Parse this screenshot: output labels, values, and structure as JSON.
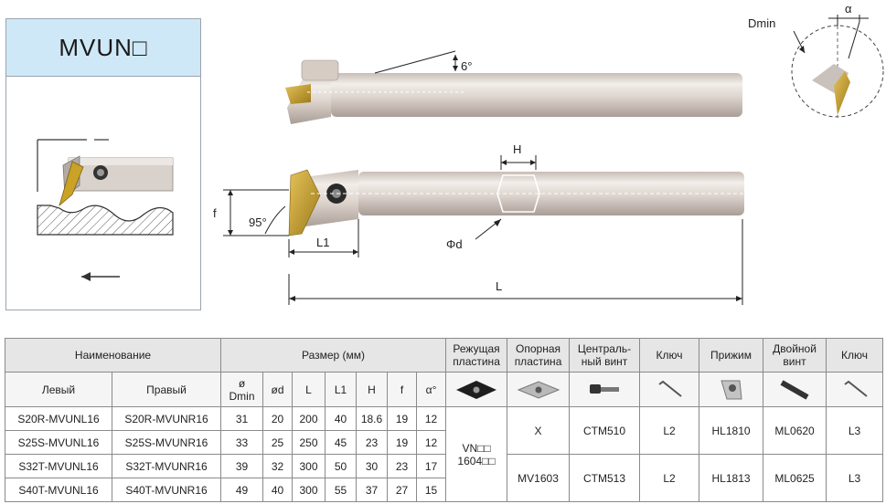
{
  "title_card": {
    "title": "MVUN□"
  },
  "drawing_labels": {
    "angle_top": "6°",
    "dmin": "Dmin",
    "alpha": "α",
    "f": "f",
    "angle_95": "95°",
    "h": "H",
    "l1": "L1",
    "phi_d": "Φd",
    "l": "L"
  },
  "table": {
    "group_headers": {
      "name": "Наименование",
      "size": "Размер (мм)",
      "insert": "Режущая пластина",
      "shim": "Опорная пластина",
      "center_screw": "Централь-ный винт",
      "key1": "Ключ",
      "clamp": "Прижим",
      "double_screw": "Двойной винт",
      "key2": "Ключ"
    },
    "sub_headers": {
      "left": "Левый",
      "right": "Правый",
      "dmin_phi": "ø",
      "dmin": "Dmin",
      "d": "ød",
      "L": "L",
      "L1": "L1",
      "H": "H",
      "f": "f",
      "alpha": "α°"
    },
    "rows": [
      {
        "left": "S20R-MVUNL16",
        "right": "S20R-MVUNR16",
        "dmin": "31",
        "d": "20",
        "L": "200",
        "L1": "40",
        "H": "18.6",
        "f": "19",
        "alpha": "12"
      },
      {
        "left": "S25S-MVUNL16",
        "right": "S25S-MVUNR16",
        "dmin": "33",
        "d": "25",
        "L": "250",
        "L1": "45",
        "H": "23",
        "f": "19",
        "alpha": "12"
      },
      {
        "left": "S32T-MVUNL16",
        "right": "S32T-MVUNR16",
        "dmin": "39",
        "d": "32",
        "L": "300",
        "L1": "50",
        "H": "30",
        "f": "23",
        "alpha": "17"
      },
      {
        "left": "S40T-MVUNL16",
        "right": "S40T-MVUNR16",
        "dmin": "49",
        "d": "40",
        "L": "300",
        "L1": "55",
        "H": "37",
        "f": "27",
        "alpha": "15"
      }
    ],
    "insert_line1": "VN□□",
    "insert_line2": "1604□□",
    "group_a": {
      "shim": "X",
      "center_screw": "CTM510",
      "key1": "L2",
      "clamp": "HL1810",
      "double_screw": "ML0620",
      "key2": "L3"
    },
    "group_b": {
      "shim": "MV1603",
      "center_screw": "CTM513",
      "key1": "L2",
      "clamp": "HL1813",
      "double_screw": "ML0625",
      "key2": "L3"
    }
  },
  "colors": {
    "title_bg": "#cfe8f7",
    "insert_gold": "#c9a227",
    "body_steel": "#d8cfc8",
    "accent_line": "#c8702a"
  }
}
